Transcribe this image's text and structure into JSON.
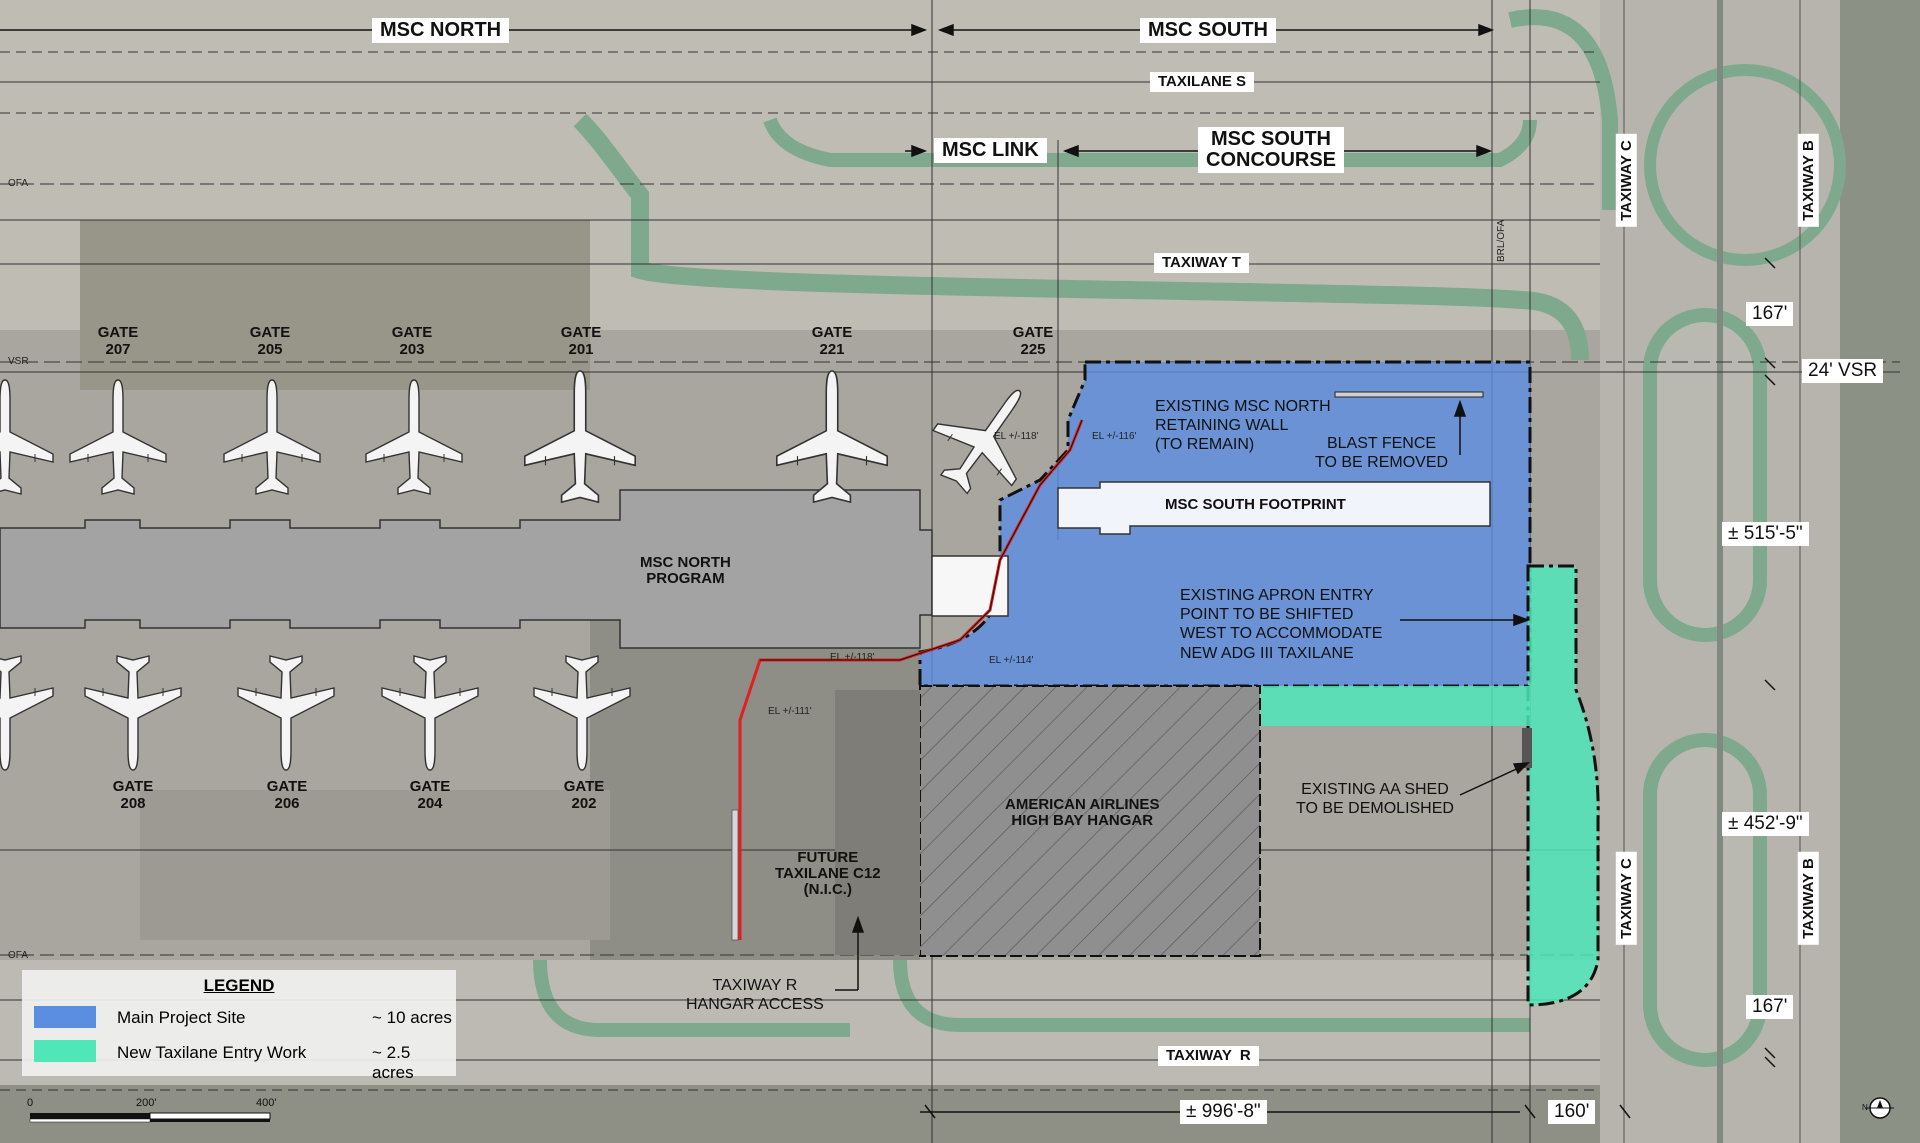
{
  "colors": {
    "main_site": "#5b8de0",
    "taxilane_entry": "#4fe6b8",
    "building": "#a3a3a3",
    "hangar": "#8f8f8f",
    "retaining_wall": "#e02020",
    "shoulder": "#7fa98c",
    "pavement": "#bdbab2"
  },
  "zones": {
    "msc_north": "MSC NORTH",
    "msc_south": "MSC SOUTH",
    "msc_link": "MSC LINK",
    "msc_south_concourse": "MSC SOUTH\nCONCOURSE"
  },
  "taxiways": {
    "taxilane_s": "TAXILANE S",
    "taxiway_t": "TAXIWAY T",
    "taxiway_r": "TAXIWAY  R",
    "taxiway_c_top": "TAXIWAY C",
    "taxiway_b_top": "TAXIWAY B",
    "taxiway_c_bottom": "TAXIWAY C",
    "taxiway_b_bottom": "TAXIWAY B"
  },
  "gates_top": [
    {
      "label": "GATE\n207"
    },
    {
      "label": "GATE\n205"
    },
    {
      "label": "GATE\n203"
    },
    {
      "label": "GATE\n201"
    },
    {
      "label": "GATE\n221"
    },
    {
      "label": "GATE\n225"
    }
  ],
  "gates_bottom": [
    {
      "label": "GATE\n208"
    },
    {
      "label": "GATE\n206"
    },
    {
      "label": "GATE\n204"
    },
    {
      "label": "GATE\n202"
    }
  ],
  "buildings": {
    "msc_north_program": "MSC NORTH\nPROGRAM",
    "msc_south_footprint": "MSC SOUTH FOOTPRINT",
    "aa_hangar": "AMERICAN AIRLINES\nHIGH BAY HANGAR",
    "future_taxilane": "FUTURE\nTAXILANE C12\n(N.I.C.)"
  },
  "notes": {
    "retaining_wall": "EXISTING MSC NORTH\nRETAINING WALL\n(TO REMAIN)",
    "blast_fence": "BLAST FENCE\nTO BE REMOVED",
    "apron_entry": "EXISTING APRON ENTRY\nPOINT TO BE SHIFTED\nWEST TO ACCOMMODATE\nNEW ADG III TAXILANE",
    "aa_shed": "EXISTING AA SHED\nTO BE DEMOLISHED",
    "taxiway_r_access": "TAXIWAY R\nHANGAR ACCESS"
  },
  "elevations": [
    "EL +/-118'",
    "EL +/-116'",
    "EL +/-114'",
    "EL +/-118'",
    "EL +/-111'"
  ],
  "dimensions": {
    "d167_top": "167'",
    "vsr": "24' VSR",
    "d515": "± 515'-5\"",
    "d452": "± 452'-9\"",
    "d167_bottom": "167'",
    "d996": "± 996'-8\"",
    "d160": "160'"
  },
  "legend": {
    "title": "LEGEND",
    "items": [
      {
        "label": "Main Project Site",
        "area": "~ 10 acres",
        "color": "#5b8de0"
      },
      {
        "label": "New Taxilane Entry Work",
        "area": "~ 2.5 acres",
        "color": "#4fe6b8"
      }
    ]
  },
  "scale_bar": {
    "ticks": [
      "0",
      "200'",
      "400'"
    ]
  },
  "north_arrow_label": "N",
  "small_labels": {
    "ofa": "OFA",
    "vsr": "VSR",
    "bra_ofa": "BRL/OFA"
  }
}
